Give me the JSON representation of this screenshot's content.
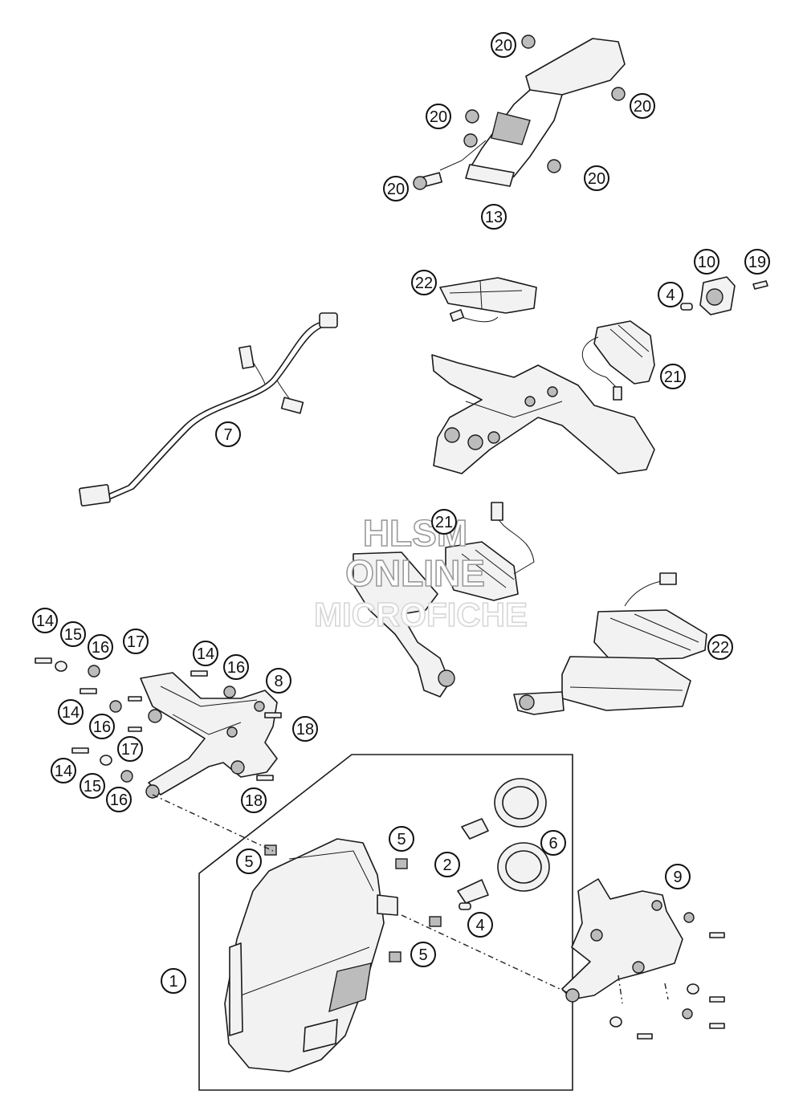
{
  "watermark": {
    "line1": "HLSM",
    "line2": "ONLINE",
    "line3": "MICROFICHE"
  },
  "callouts": [
    {
      "id": "c20a",
      "label": "20"
    },
    {
      "id": "c20b",
      "label": "20"
    },
    {
      "id": "c20c",
      "label": "20"
    },
    {
      "id": "c20d",
      "label": "20"
    },
    {
      "id": "c20e",
      "label": "20"
    },
    {
      "id": "c13",
      "label": "13"
    },
    {
      "id": "c22a",
      "label": "22"
    },
    {
      "id": "c10",
      "label": "10"
    },
    {
      "id": "c19",
      "label": "19"
    },
    {
      "id": "c4a",
      "label": "4"
    },
    {
      "id": "c21a",
      "label": "21"
    },
    {
      "id": "c7",
      "label": "7"
    },
    {
      "id": "c21b",
      "label": "21"
    },
    {
      "id": "c22b",
      "label": "22"
    },
    {
      "id": "c14a",
      "label": "14"
    },
    {
      "id": "c15a",
      "label": "15"
    },
    {
      "id": "c16a",
      "label": "16"
    },
    {
      "id": "c17a",
      "label": "17"
    },
    {
      "id": "c14b",
      "label": "14"
    },
    {
      "id": "c16b",
      "label": "16"
    },
    {
      "id": "c8",
      "label": "8"
    },
    {
      "id": "c14c",
      "label": "14"
    },
    {
      "id": "c16c",
      "label": "16"
    },
    {
      "id": "c18a",
      "label": "18"
    },
    {
      "id": "c17b",
      "label": "17"
    },
    {
      "id": "c14d",
      "label": "14"
    },
    {
      "id": "c15b",
      "label": "15"
    },
    {
      "id": "c16d",
      "label": "16"
    },
    {
      "id": "c18b",
      "label": "18"
    },
    {
      "id": "c5a",
      "label": "5"
    },
    {
      "id": "c5b",
      "label": "5"
    },
    {
      "id": "c6",
      "label": "6"
    },
    {
      "id": "c2",
      "label": "2"
    },
    {
      "id": "c9",
      "label": "9"
    },
    {
      "id": "c4b",
      "label": "4"
    },
    {
      "id": "c5c",
      "label": "5"
    },
    {
      "id": "c1",
      "label": "1"
    }
  ]
}
